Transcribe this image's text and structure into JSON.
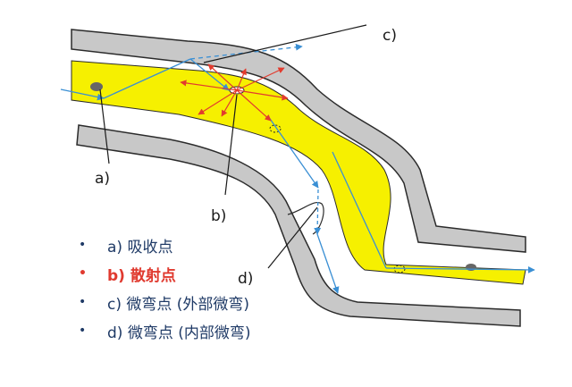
{
  "labels": {
    "a": "a)",
    "b": "b)",
    "c": "c)",
    "d": "d)"
  },
  "legend": [
    {
      "text": "a)  吸收点",
      "emphasis": false
    },
    {
      "text": "b)  散射点",
      "emphasis": true
    },
    {
      "text": "c)  微弯点 (外部微弯)",
      "emphasis": false
    },
    {
      "text": "d)  微弯点 (内部微弯)",
      "emphasis": false
    }
  ],
  "colors": {
    "core": "#f6f000",
    "cladding": "#c8c8c8",
    "outline": "#2b2b2b",
    "ray": "#3a8fd4",
    "scatter": "#e23b2e",
    "legend_text": "#1f3a66",
    "legend_highlight": "#e03a2f"
  },
  "bullet": "•"
}
